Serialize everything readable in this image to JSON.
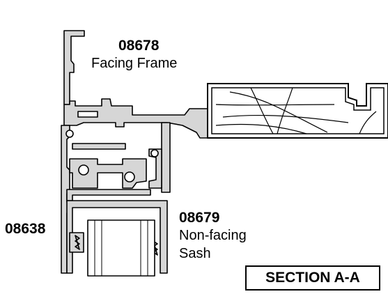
{
  "labels": {
    "facing_frame": {
      "part_number": "08678",
      "name": "Facing Frame"
    },
    "left_part": {
      "part_number": "08638"
    },
    "non_facing_sash": {
      "part_number": "08679",
      "line1": "Non-facing",
      "line2": "Sash"
    }
  },
  "section_label": "SECTION A-A",
  "colors": {
    "aluminum_fill": "#d6d6d6",
    "outline": "#000000",
    "background": "#ffffff"
  }
}
